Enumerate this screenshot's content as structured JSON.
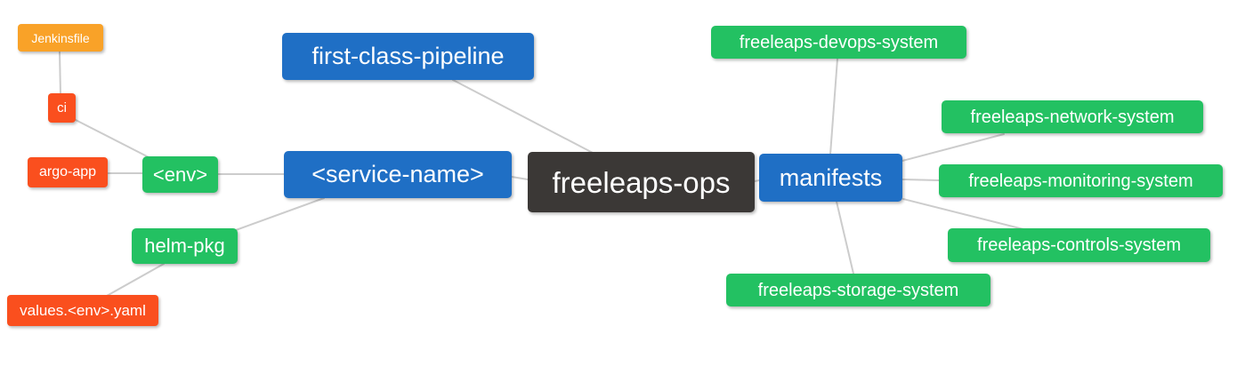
{
  "diagram": {
    "type": "mindmap",
    "root": "freeleaps-ops",
    "background": "#ffffff",
    "edge_color": "#cccccc",
    "palette": {
      "amber": "#F9A228",
      "red": "#FA4F1E",
      "green": "#23C162",
      "blue": "#1F6FC5",
      "dark": "#3B3836",
      "text": "#ffffff"
    },
    "nodes": [
      {
        "id": "jenkinsfile",
        "label": "Jenkinsfile",
        "color": "amber"
      },
      {
        "id": "ci",
        "label": "ci",
        "color": "red"
      },
      {
        "id": "argo-app",
        "label": "argo-app",
        "color": "red"
      },
      {
        "id": "env",
        "label": "<env>",
        "color": "green"
      },
      {
        "id": "helm-pkg",
        "label": "helm-pkg",
        "color": "green"
      },
      {
        "id": "values-env-yaml",
        "label": "values.<env>.yaml",
        "color": "red"
      },
      {
        "id": "first-class-pipeline",
        "label": "first-class-pipeline",
        "color": "blue"
      },
      {
        "id": "service-name",
        "label": "<service-name>",
        "color": "blue"
      },
      {
        "id": "freeleaps-ops",
        "label": "freeleaps-ops",
        "color": "dark"
      },
      {
        "id": "manifests",
        "label": "manifests",
        "color": "blue"
      },
      {
        "id": "freeleaps-devops-system",
        "label": "freeleaps-devops-system",
        "color": "green"
      },
      {
        "id": "freeleaps-network-system",
        "label": "freeleaps-network-system",
        "color": "green"
      },
      {
        "id": "freeleaps-monitoring-system",
        "label": "freeleaps-monitoring-system",
        "color": "green"
      },
      {
        "id": "freeleaps-controls-system",
        "label": "freeleaps-controls-system",
        "color": "green"
      },
      {
        "id": "freeleaps-storage-system",
        "label": "freeleaps-storage-system",
        "color": "green"
      }
    ],
    "edges": [
      [
        "Jenkinsfile",
        "ci"
      ],
      [
        "ci",
        "<env>"
      ],
      [
        "argo-app",
        "<env>"
      ],
      [
        "<env>",
        "<service-name>"
      ],
      [
        "helm-pkg",
        "<service-name>"
      ],
      [
        "values.<env>.yaml",
        "helm-pkg"
      ],
      [
        "first-class-pipeline",
        "freeleaps-ops"
      ],
      [
        "<service-name>",
        "freeleaps-ops"
      ],
      [
        "freeleaps-ops",
        "manifests"
      ],
      [
        "manifests",
        "freeleaps-devops-system"
      ],
      [
        "manifests",
        "freeleaps-network-system"
      ],
      [
        "manifests",
        "freeleaps-monitoring-system"
      ],
      [
        "manifests",
        "freeleaps-controls-system"
      ],
      [
        "manifests",
        "freeleaps-storage-system"
      ]
    ]
  }
}
